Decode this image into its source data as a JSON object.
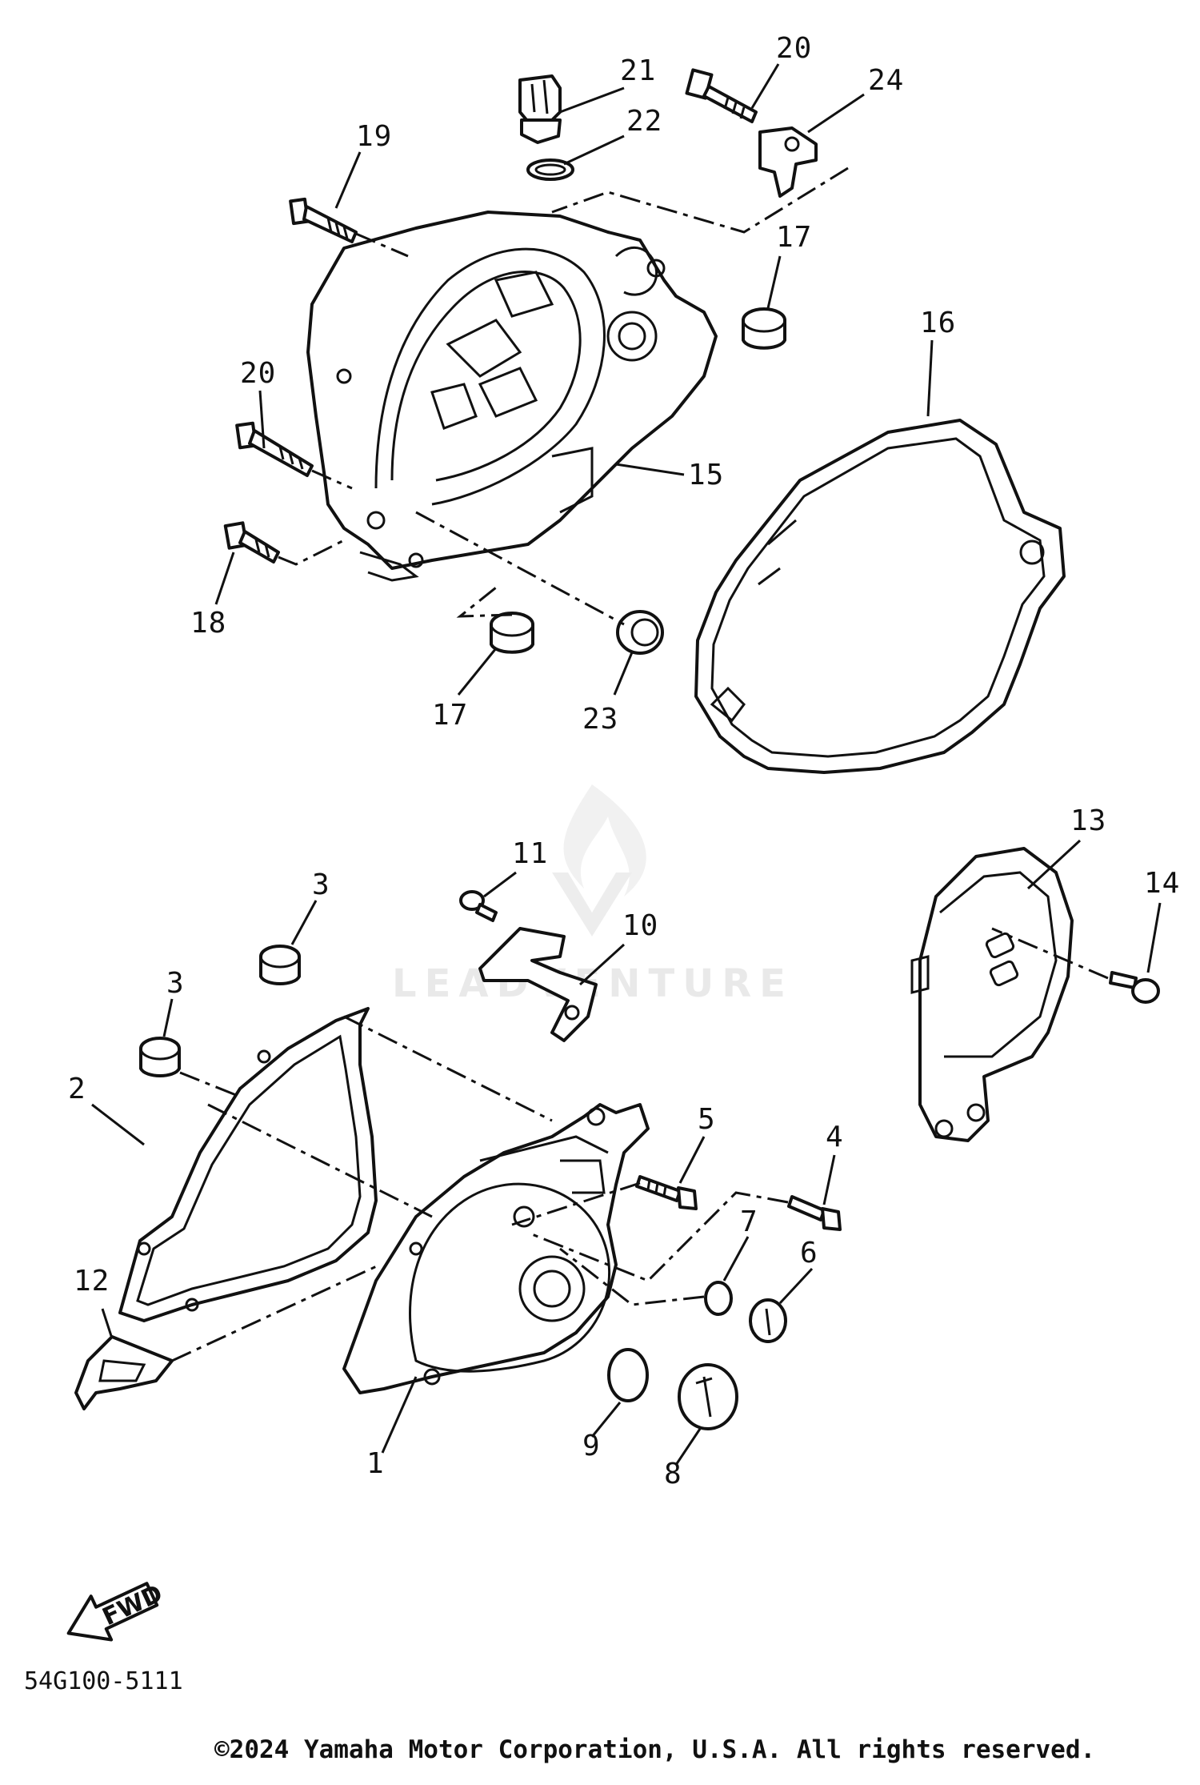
{
  "diagram": {
    "callouts": [
      "1",
      "2",
      "3",
      "3",
      "4",
      "5",
      "6",
      "7",
      "8",
      "9",
      "10",
      "11",
      "12",
      "13",
      "14",
      "15",
      "16",
      "17",
      "17",
      "18",
      "19",
      "20",
      "20",
      "21",
      "22",
      "23",
      "24"
    ],
    "direction_label": "FWD",
    "reference_code": "54G100-5111",
    "watermark": "LEADVENTURE"
  },
  "footer": {
    "copyright": "©2024 Yamaha Motor Corporation, U.S.A. All rights reserved."
  }
}
